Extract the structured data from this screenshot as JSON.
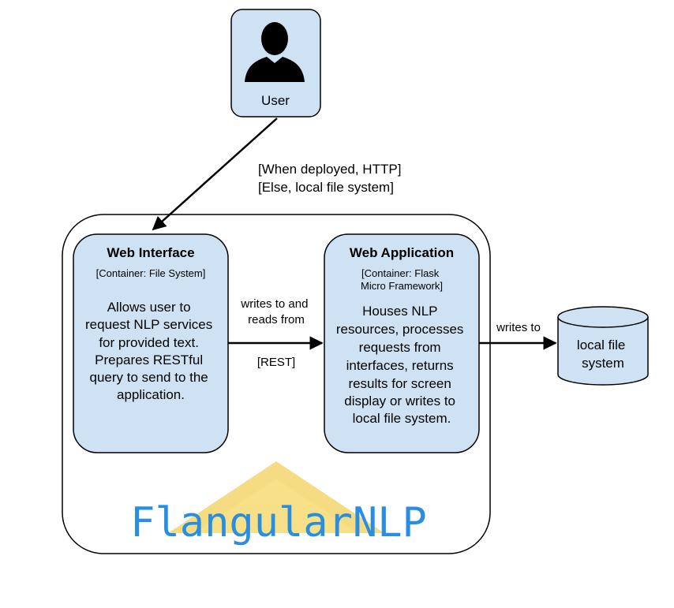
{
  "colors": {
    "box_fill": "#cfe2f3",
    "stroke": "#000000",
    "logo_blue": "#2a8ee0",
    "logo_yellow": "#f2d05a"
  },
  "user": {
    "label": "User",
    "icon": "person-silhouette-icon"
  },
  "user_edge": {
    "line1": "[When deployed, HTTP]",
    "line2": "[Else, local file system]"
  },
  "web_interface": {
    "title": "Web Interface",
    "container": "[Container: File System]",
    "desc": [
      "Allows user to",
      "request NLP services",
      "for provided text.",
      "Prepares RESTful",
      "query to send to the",
      "application."
    ]
  },
  "web_application": {
    "title": "Web Application",
    "container": [
      "[Container: Flask",
      "Micro Framework]"
    ],
    "desc": [
      "Houses NLP",
      "resources, processes",
      "requests from",
      "interfaces, returns",
      "results for screen",
      "display or writes to",
      "local file system."
    ]
  },
  "rest_edge": {
    "label": [
      "writes to and",
      "reads from"
    ],
    "protocol": "[REST]"
  },
  "file_edge": {
    "label": "writes to"
  },
  "local_file_system": {
    "label": [
      "local file",
      "system"
    ]
  },
  "logo": {
    "text": "FlangularNLP"
  }
}
